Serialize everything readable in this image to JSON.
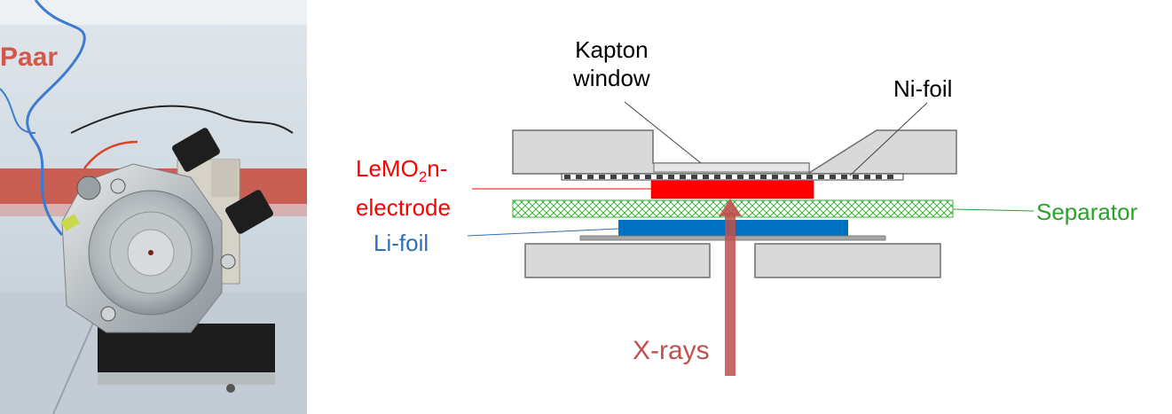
{
  "photo": {
    "brand_fragment": "Paar"
  },
  "diagram": {
    "labels": {
      "kapton_line1": "Kapton",
      "kapton_line2": "window",
      "nifoil": "Ni-foil",
      "lemo_part1": "LeMO",
      "lemo_sub": "2",
      "lemo_part2": "n-",
      "lemo_line2": "electrode",
      "separator": "Separator",
      "lifoil": "Li-foil",
      "xrays": "X-rays"
    },
    "colors": {
      "housing": "#d9d9d9",
      "housing_stroke": "#6e6e6e",
      "electrode": "#ff0000",
      "separator": "#3cb43c",
      "lifoil": "#0070c0",
      "xray_arrow": "#c0504d",
      "label_red": "#ff0000",
      "label_green": "#2ca02c",
      "label_blue": "#2e6fb7",
      "label_dark_red": "#c0504d"
    }
  }
}
